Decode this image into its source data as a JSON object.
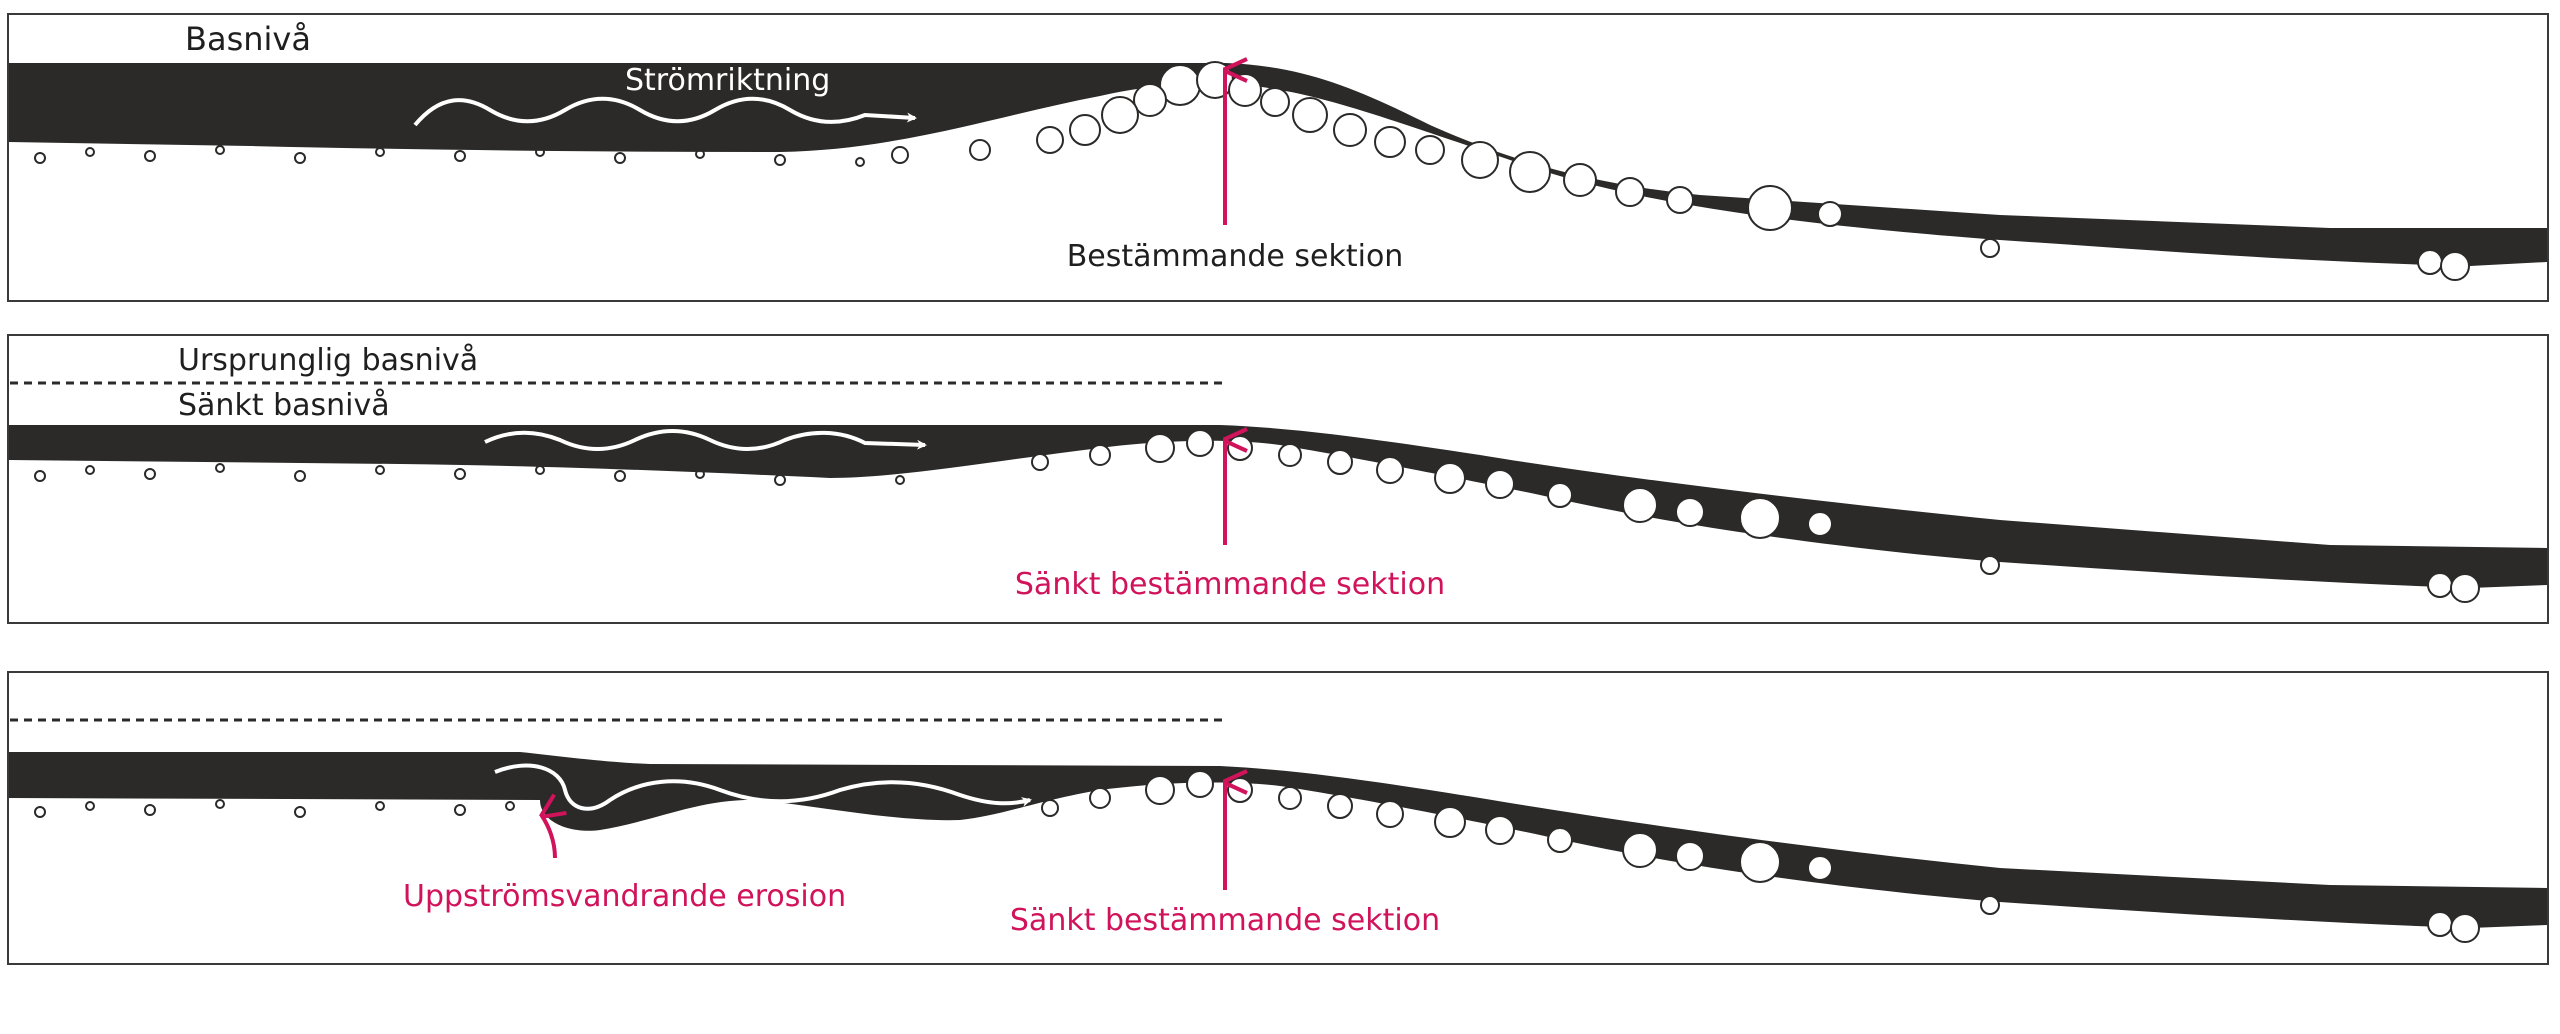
{
  "colors": {
    "water": "#2b2a29",
    "frame": "#3a3a3a",
    "label": "#1f1f1f",
    "accent": "#d0135a",
    "bed": "#ffffff",
    "stone_outline": "#2b2a29"
  },
  "panels": [
    {
      "labels": {
        "base_level": "Basnivå",
        "flow": "Strömriktning",
        "section": "Bestämmande sektion"
      }
    },
    {
      "labels": {
        "original_base_level": "Ursprunglig basnivå",
        "lowered_base_level": "Sänkt basnivå",
        "section": "Sänkt bestämmande sektion"
      }
    },
    {
      "labels": {
        "erosion": "Uppströmsvandrande erosion",
        "section": "Sänkt bestämmande sektion"
      }
    }
  ]
}
